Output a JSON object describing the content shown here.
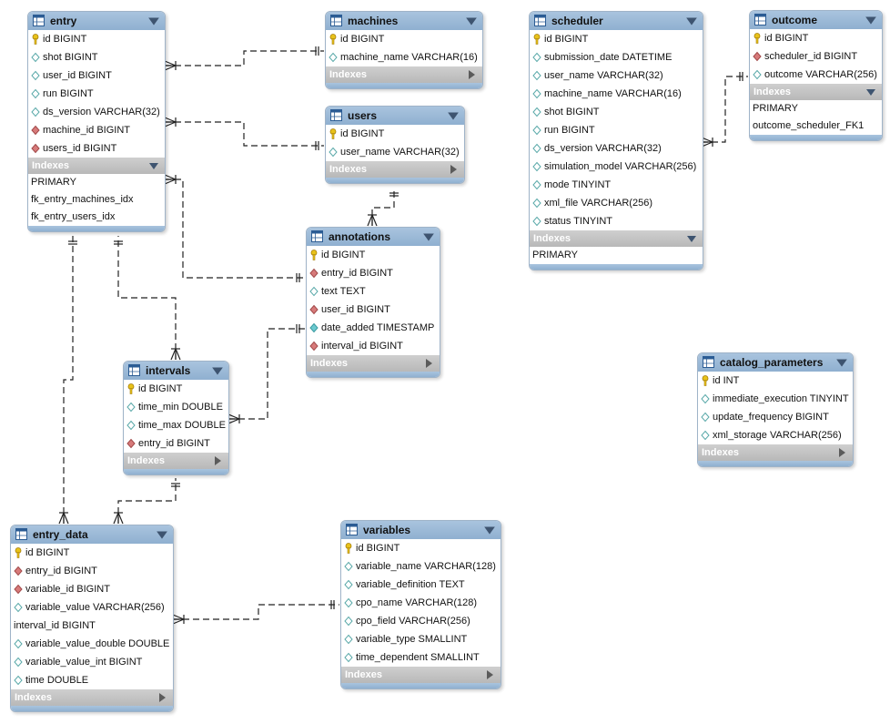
{
  "diagram": {
    "tables": [
      {
        "id": "entry",
        "name": "entry",
        "collapsed_indexes": false,
        "columns": [
          {
            "name": "id BIGINT",
            "icon": "key-icon"
          },
          {
            "name": "shot BIGINT",
            "icon": "column-icon"
          },
          {
            "name": "user_id BIGINT",
            "icon": "column-icon"
          },
          {
            "name": "run BIGINT",
            "icon": "column-icon"
          },
          {
            "name": "ds_version VARCHAR(32)",
            "icon": "column-icon"
          },
          {
            "name": "machine_id BIGINT",
            "icon": "foreign-key-icon"
          },
          {
            "name": "users_id BIGINT",
            "icon": "foreign-key-icon"
          }
        ],
        "indexes_label": "Indexes",
        "indexes": [
          "PRIMARY",
          "fk_entry_machines_idx",
          "fk_entry_users_idx"
        ]
      },
      {
        "id": "machines",
        "name": "machines",
        "collapsed_indexes": true,
        "columns": [
          {
            "name": "id BIGINT",
            "icon": "key-icon"
          },
          {
            "name": "machine_name VARCHAR(16)",
            "icon": "column-icon"
          }
        ],
        "indexes_label": "Indexes",
        "indexes": []
      },
      {
        "id": "users",
        "name": "users",
        "collapsed_indexes": true,
        "columns": [
          {
            "name": "id BIGINT",
            "icon": "key-icon"
          },
          {
            "name": "user_name VARCHAR(32)",
            "icon": "column-icon"
          }
        ],
        "indexes_label": "Indexes",
        "indexes": []
      },
      {
        "id": "scheduler",
        "name": "scheduler",
        "collapsed_indexes": false,
        "columns": [
          {
            "name": "id BIGINT",
            "icon": "key-icon"
          },
          {
            "name": "submission_date DATETIME",
            "icon": "column-icon"
          },
          {
            "name": "user_name VARCHAR(32)",
            "icon": "column-icon"
          },
          {
            "name": "machine_name VARCHAR(16)",
            "icon": "column-icon"
          },
          {
            "name": "shot BIGINT",
            "icon": "column-icon"
          },
          {
            "name": "run BIGINT",
            "icon": "column-icon"
          },
          {
            "name": "ds_version VARCHAR(32)",
            "icon": "column-icon"
          },
          {
            "name": "simulation_model VARCHAR(256)",
            "icon": "column-icon"
          },
          {
            "name": "mode TINYINT",
            "icon": "column-icon"
          },
          {
            "name": "xml_file VARCHAR(256)",
            "icon": "column-icon"
          },
          {
            "name": "status TINYINT",
            "icon": "column-icon"
          }
        ],
        "indexes_label": "Indexes",
        "indexes": [
          "PRIMARY"
        ]
      },
      {
        "id": "outcome",
        "name": "outcome",
        "collapsed_indexes": false,
        "columns": [
          {
            "name": "id BIGINT",
            "icon": "key-icon"
          },
          {
            "name": "scheduler_id BIGINT",
            "icon": "foreign-key-icon"
          },
          {
            "name": "outcome VARCHAR(256)",
            "icon": "column-icon"
          }
        ],
        "indexes_label": "Indexes",
        "indexes": [
          "PRIMARY",
          "outcome_scheduler_FK1"
        ]
      },
      {
        "id": "annotations",
        "name": "annotations",
        "collapsed_indexes": true,
        "columns": [
          {
            "name": "id BIGINT",
            "icon": "key-icon"
          },
          {
            "name": "entry_id BIGINT",
            "icon": "foreign-key-icon"
          },
          {
            "name": "text TEXT",
            "icon": "column-icon"
          },
          {
            "name": "user_id BIGINT",
            "icon": "foreign-key-icon"
          },
          {
            "name": "date_added TIMESTAMP",
            "icon": "column-icon-filled"
          },
          {
            "name": "interval_id BIGINT",
            "icon": "foreign-key-icon"
          }
        ],
        "indexes_label": "Indexes",
        "indexes": []
      },
      {
        "id": "intervals",
        "name": "intervals",
        "collapsed_indexes": true,
        "columns": [
          {
            "name": "id BIGINT",
            "icon": "key-icon"
          },
          {
            "name": "time_min DOUBLE",
            "icon": "column-icon"
          },
          {
            "name": "time_max DOUBLE",
            "icon": "column-icon"
          },
          {
            "name": "entry_id BIGINT",
            "icon": "foreign-key-icon"
          }
        ],
        "indexes_label": "Indexes",
        "indexes": []
      },
      {
        "id": "catalog_parameters",
        "name": "catalog_parameters",
        "collapsed_indexes": true,
        "columns": [
          {
            "name": "id INT",
            "icon": "key-icon"
          },
          {
            "name": "immediate_execution TINYINT",
            "icon": "column-icon"
          },
          {
            "name": "update_frequency BIGINT",
            "icon": "column-icon"
          },
          {
            "name": "xml_storage VARCHAR(256)",
            "icon": "column-icon"
          }
        ],
        "indexes_label": "Indexes",
        "indexes": []
      },
      {
        "id": "entry_data",
        "name": "entry_data",
        "collapsed_indexes": true,
        "columns": [
          {
            "name": "id BIGINT",
            "icon": "key-icon"
          },
          {
            "name": "entry_id BIGINT",
            "icon": "foreign-key-icon"
          },
          {
            "name": "variable_id BIGINT",
            "icon": "foreign-key-icon"
          },
          {
            "name": "variable_value VARCHAR(256)",
            "icon": "column-icon"
          },
          {
            "name": "interval_id BIGINT",
            "icon": "none"
          },
          {
            "name": "variable_value_double DOUBLE",
            "icon": "column-icon"
          },
          {
            "name": "variable_value_int BIGINT",
            "icon": "column-icon"
          },
          {
            "name": "time DOUBLE",
            "icon": "column-icon"
          }
        ],
        "indexes_label": "Indexes",
        "indexes": []
      },
      {
        "id": "variables",
        "name": "variables",
        "collapsed_indexes": true,
        "columns": [
          {
            "name": "id BIGINT",
            "icon": "key-icon"
          },
          {
            "name": "variable_name VARCHAR(128)",
            "icon": "column-icon"
          },
          {
            "name": "variable_definition TEXT",
            "icon": "column-icon"
          },
          {
            "name": "cpo_name VARCHAR(128)",
            "icon": "column-icon"
          },
          {
            "name": "cpo_field VARCHAR(256)",
            "icon": "column-icon"
          },
          {
            "name": "variable_type SMALLINT",
            "icon": "column-icon"
          },
          {
            "name": "time_dependent SMALLINT",
            "icon": "column-icon"
          }
        ],
        "indexes_label": "Indexes",
        "indexes": []
      }
    ],
    "relationships": [
      {
        "from": "entry",
        "to": "machines",
        "from_end": "many",
        "to_end": "one"
      },
      {
        "from": "entry",
        "to": "users",
        "from_end": "many",
        "to_end": "one"
      },
      {
        "from": "annotations",
        "to": "users",
        "from_end": "many",
        "to_end": "one"
      },
      {
        "from": "annotations",
        "to": "entry",
        "from_end": "many",
        "to_end": "one"
      },
      {
        "from": "annotations",
        "to": "intervals",
        "from_end": "many",
        "to_end": "one"
      },
      {
        "from": "intervals",
        "to": "entry",
        "from_end": "many",
        "to_end": "one"
      },
      {
        "from": "entry_data",
        "to": "entry",
        "from_end": "many",
        "to_end": "one"
      },
      {
        "from": "entry_data",
        "to": "intervals",
        "from_end": "many",
        "to_end": "one"
      },
      {
        "from": "entry_data",
        "to": "variables",
        "from_end": "many",
        "to_end": "one"
      },
      {
        "from": "outcome",
        "to": "scheduler",
        "from_end": "many",
        "to_end": "one"
      }
    ],
    "colors": {
      "header": "#9dbbd8",
      "indexes_bar": "#c4c4c4",
      "key": "#e8c21a",
      "foreign_key": "#d77a7a",
      "column_outline": "#5aa9a9",
      "line": "#222222"
    }
  }
}
